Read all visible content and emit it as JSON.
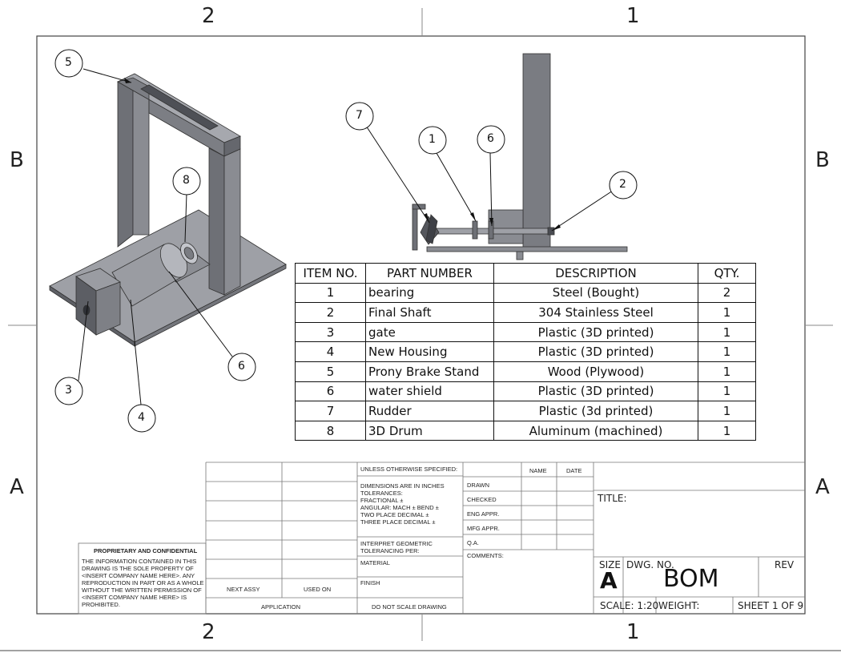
{
  "zones": {
    "top_left": "2",
    "top_right": "1",
    "bottom_left": "2",
    "bottom_right": "1",
    "left_top": "B",
    "left_bottom": "A",
    "right_top": "B",
    "right_bottom": "A"
  },
  "balloons": {
    "iso": [
      "5",
      "8",
      "6",
      "3",
      "4"
    ],
    "side": [
      "7",
      "1",
      "6",
      "2"
    ]
  },
  "bom": {
    "headers": [
      "ITEM NO.",
      "PART NUMBER",
      "DESCRIPTION",
      "QTY."
    ],
    "rows": [
      {
        "item": "1",
        "part": "bearing",
        "desc": "Steel (Bought)",
        "qty": "2"
      },
      {
        "item": "2",
        "part": "Final Shaft",
        "desc": "304 Stainless Steel",
        "qty": "1"
      },
      {
        "item": "3",
        "part": "gate",
        "desc": "Plastic (3D printed)",
        "qty": "1"
      },
      {
        "item": "4",
        "part": "New Housing",
        "desc": "Plastic (3D printed)",
        "qty": "1"
      },
      {
        "item": "5",
        "part": "Prony Brake Stand",
        "desc": "Wood (Plywood)",
        "qty": "1"
      },
      {
        "item": "6",
        "part": "water shield",
        "desc": "Plastic (3D printed)",
        "qty": "1"
      },
      {
        "item": "7",
        "part": "Rudder",
        "desc": "Plastic (3d printed)",
        "qty": "1"
      },
      {
        "item": "8",
        "part": "3D Drum",
        "desc": "Aluminum (machined)",
        "qty": "1"
      }
    ]
  },
  "title_block": {
    "proprietary_title": "PROPRIETARY AND CONFIDENTIAL",
    "proprietary_lines": [
      "THE INFORMATION CONTAINED IN THIS",
      "DRAWING IS THE SOLE PROPERTY OF",
      "<INSERT COMPANY NAME HERE>.  ANY",
      "REPRODUCTION IN PART OR AS A WHOLE",
      "WITHOUT THE WRITTEN PERMISSION OF",
      "<INSERT COMPANY NAME HERE> IS",
      "PROHIBITED."
    ],
    "next_assy": "NEXT ASSY",
    "used_on": "USED ON",
    "application": "APPLICATION",
    "unless": "UNLESS OTHERWISE SPECIFIED:",
    "tol_lines": [
      "DIMENSIONS ARE IN INCHES",
      "TOLERANCES:",
      "FRACTIONAL ±",
      "ANGULAR: MACH ±    BEND ±",
      "TWO PLACE DECIMAL    ±",
      "THREE PLACE DECIMAL  ±"
    ],
    "interpret": [
      "INTERPRET GEOMETRIC",
      "TOLERANCING PER:"
    ],
    "material": "MATERIAL",
    "finish": "FINISH",
    "do_not_scale": "DO NOT SCALE DRAWING",
    "name": "NAME",
    "date": "DATE",
    "drawn": "DRAWN",
    "checked": "CHECKED",
    "eng_appr": "ENG APPR.",
    "mfg_appr": "MFG APPR.",
    "qa": "Q.A.",
    "comments": "COMMENTS:",
    "title_label": "TITLE:",
    "size_label": "SIZE",
    "size_value": "A",
    "dwg_no_label": "DWG.  NO.",
    "dwg_no_value": "BOM",
    "rev_label": "REV",
    "scale": "SCALE: 1:20",
    "weight": "WEIGHT:",
    "sheet": "SHEET 1 OF 9"
  }
}
